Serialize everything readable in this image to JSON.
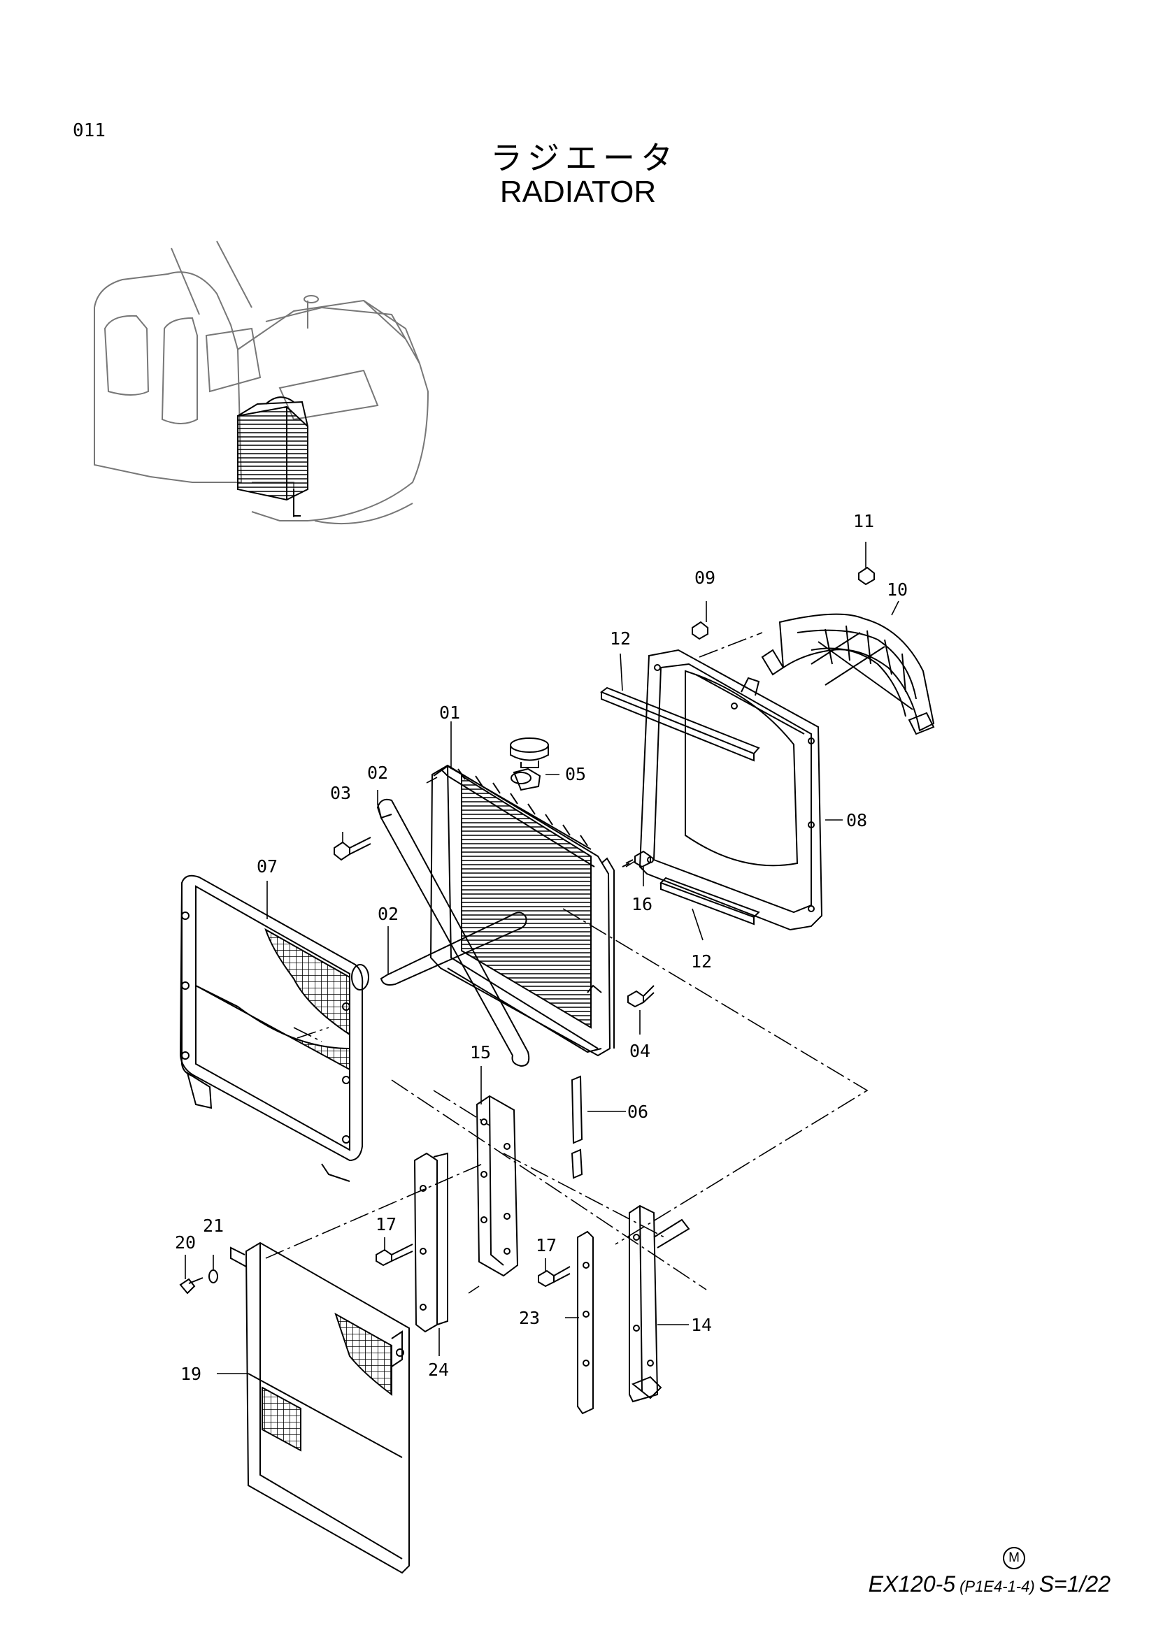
{
  "page_number": "011",
  "title_ja": "ラジエータ",
  "title_en": "RADIATOR",
  "mark": "M",
  "footer": {
    "model": "EX120-5",
    "code": "(P1E4-1-4)",
    "scale": "S=1/22"
  },
  "callouts": {
    "c01": "01",
    "c02a": "02",
    "c02b": "02",
    "c03": "03",
    "c04": "04",
    "c05": "05",
    "c06": "06",
    "c07": "07",
    "c08": "08",
    "c09": "09",
    "c10": "10",
    "c11": "11",
    "c12a": "12",
    "c12b": "12",
    "c14": "14",
    "c15": "15",
    "c16": "16",
    "c17a": "17",
    "c17b": "17",
    "c19": "19",
    "c20": "20",
    "c21": "21",
    "c23": "23",
    "c24": "24"
  }
}
